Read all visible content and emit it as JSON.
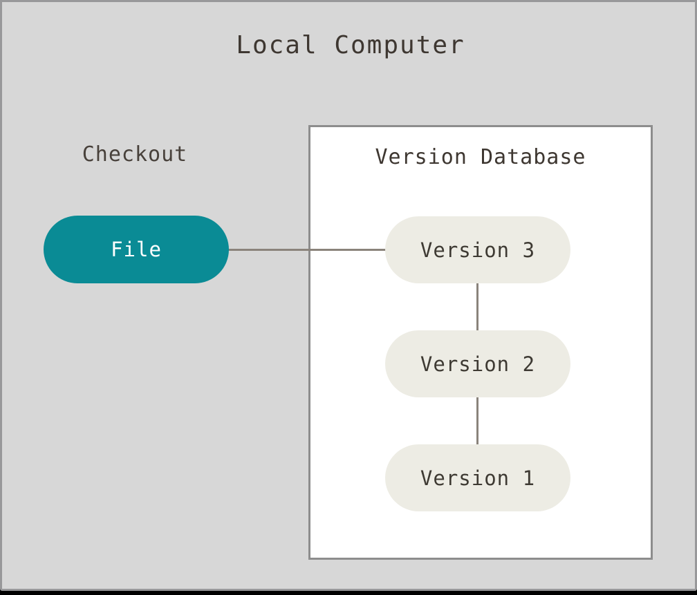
{
  "diagram": {
    "title": "Local Computer",
    "checkout": {
      "label": "Checkout"
    },
    "file_node": {
      "label": "File"
    },
    "version_database": {
      "title": "Version Database",
      "versions": [
        "Version 3",
        "Version 2",
        "Version 1"
      ]
    },
    "edges": [
      "File - Version 3",
      "Version 3 - Version 2",
      "Version 2 - Version 1"
    ],
    "colors": {
      "background": "#d7d7d7",
      "outer_border": "#98989a",
      "box_fill": "#ffffff",
      "box_border": "#8d8d8d",
      "accent_teal": "#0a8b95",
      "version_pill_fill": "#edece4",
      "connector": "#8a837b",
      "text_dark": "#3e3731",
      "file_text": "#ffffff"
    }
  }
}
